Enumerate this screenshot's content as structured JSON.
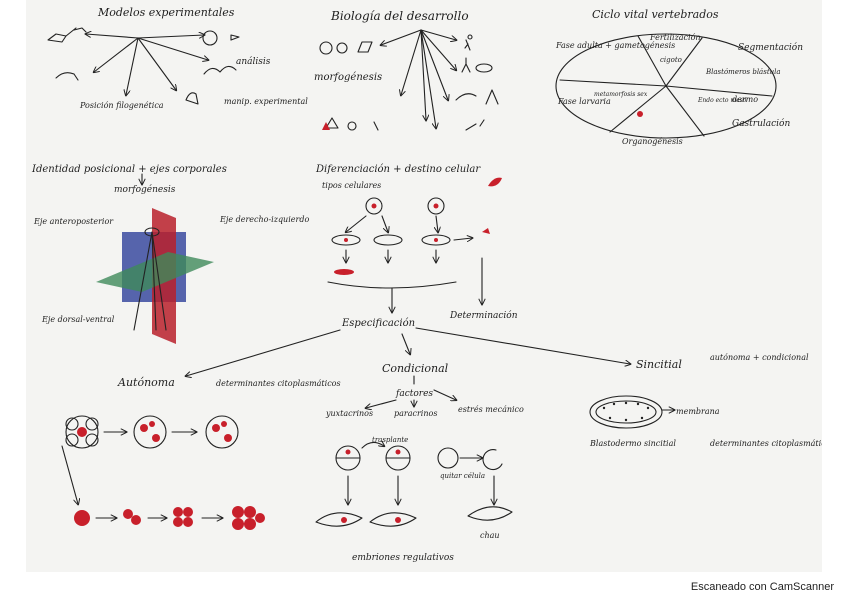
{
  "sections": {
    "modelos": {
      "title": "Modelos experimentales",
      "analisis": "análisis",
      "filogenetica": "Posición filogenética",
      "manip": "manip. experimental"
    },
    "biologia": {
      "title": "Biología del desarrollo",
      "morfogenesis": "morfogénesis"
    },
    "ciclo": {
      "title": "Ciclo vital vertebrados",
      "fase_adulta": "Fase adulta + gametogénesis",
      "fertilizacion": "Fertilización",
      "segmentacion": "Segmentación",
      "cigoto": "cigoto",
      "blastomeros": "Blastómeros blástula",
      "fase_larvaria": "Fase larvaria",
      "metamorfosis": "metamorfosis sex",
      "capas": "Endo ecto meso",
      "dermo": "dermo",
      "gastrulacion": "Gastrulación",
      "organogenesis": "Organogénesis"
    },
    "identidad": {
      "title": "Identidad posicional + ejes corporales",
      "morfogenesis": "morfogénesis",
      "eje_ap": "Eje anteroposterior",
      "eje_di": "Eje derecho-izquierdo",
      "eje_dv": "Eje dorsal-ventral"
    },
    "diferenciacion": {
      "title": "Diferenciación + destino celular",
      "tipos": "tipos celulares",
      "especificacion": "Especificación",
      "determinacion": "Determinación"
    },
    "autonoma": {
      "title": "Autónoma",
      "determinantes": "determinantes citoplasmáticos"
    },
    "condicional": {
      "title": "Condicional",
      "factores": "factores",
      "yuxtacrinos": "yuxtacrinos",
      "paracrinos": "paracrinos",
      "estres": "estrés mecánico",
      "trasplante": "trasplante",
      "quitar": "quitar célula",
      "embriones": "embriones regulativos",
      "chau": "chau"
    },
    "sincitial": {
      "title": "Sincitial",
      "autonoma_cond": "autónoma + condicional",
      "membrana": "membrana",
      "blastodermo": "Blastodermo sincitial",
      "determinantes": "determinantes citoplasmáticos"
    }
  },
  "footer": "Escaneado con CamScanner",
  "colors": {
    "red_ink": "#c8202b",
    "blue_plane": "#3a4aa0",
    "green_plane": "#3e8a5a",
    "paper": "#f4f4f2"
  }
}
